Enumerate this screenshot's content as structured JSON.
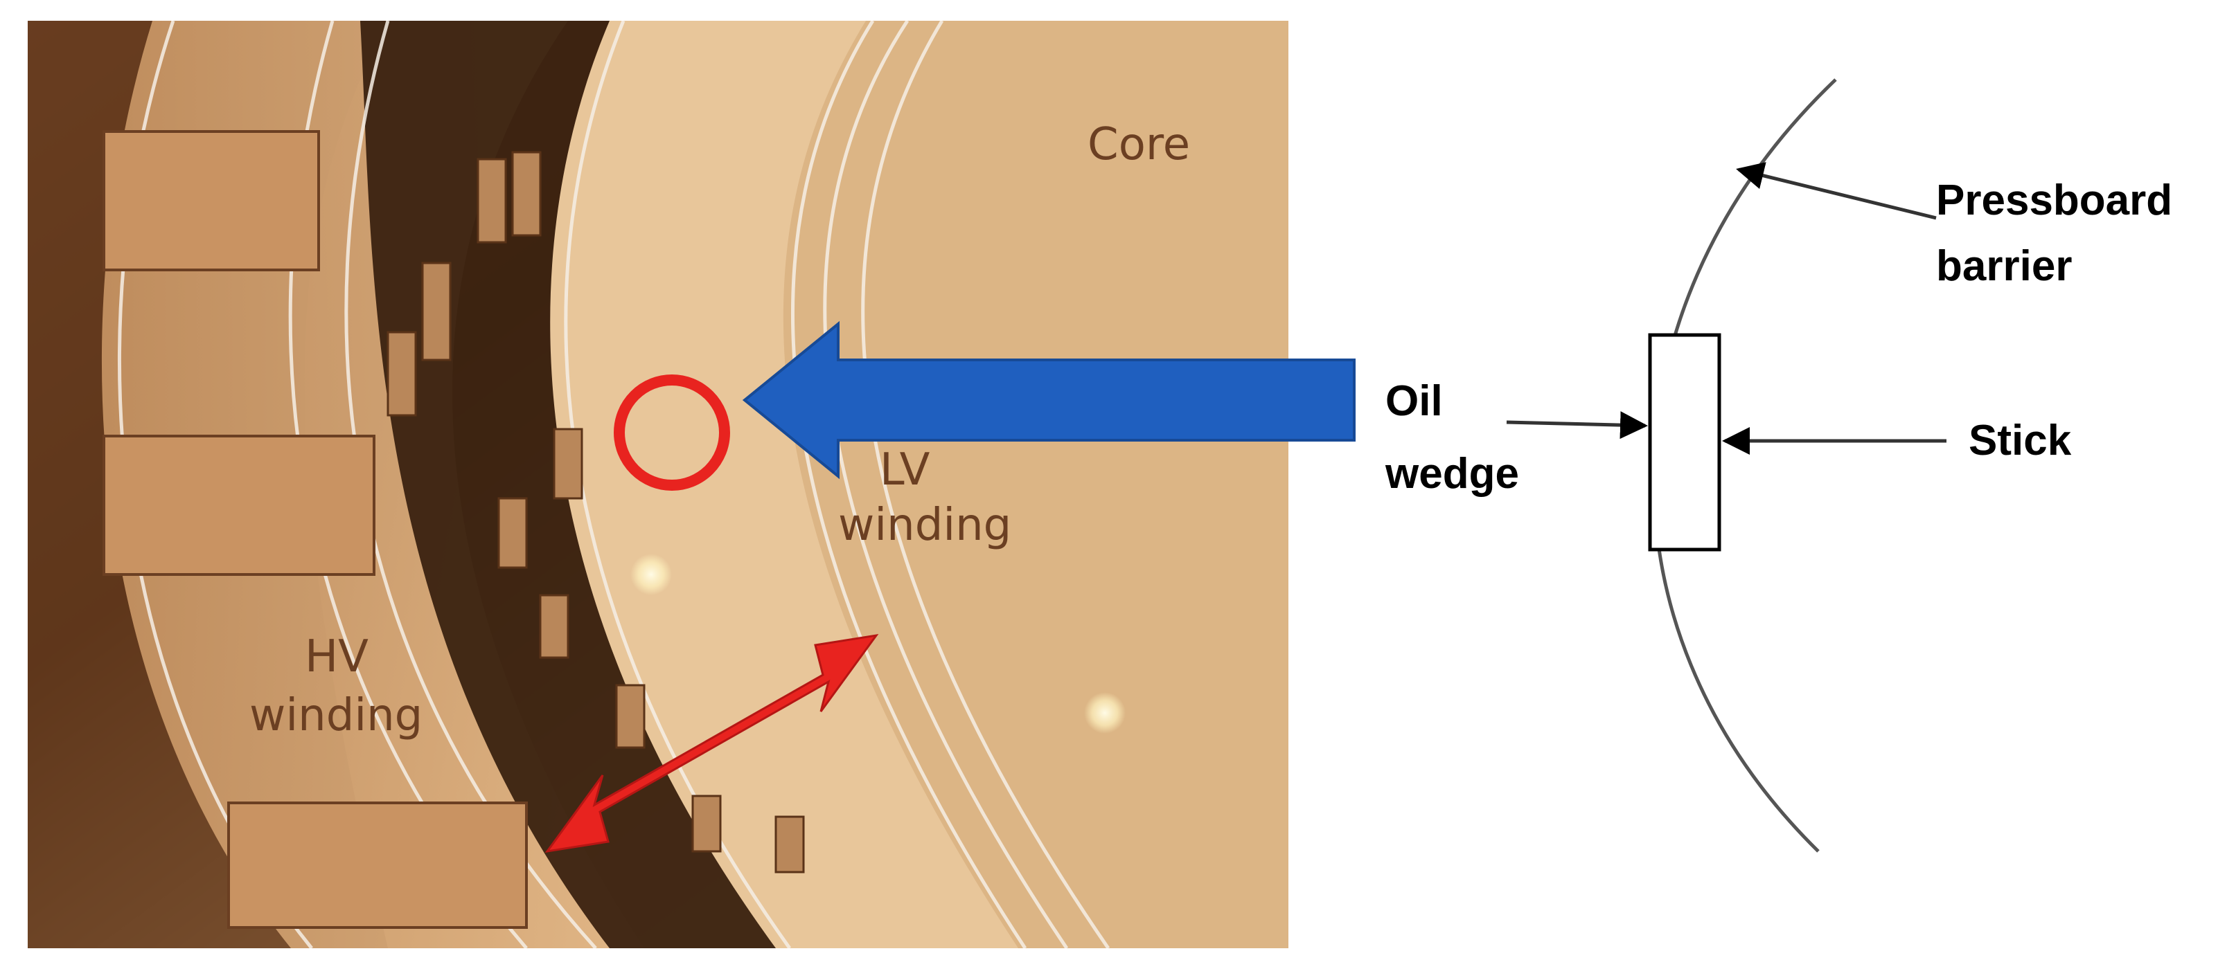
{
  "photo": {
    "labels": {
      "core": "Core",
      "lv_line1": "LV",
      "lv_line2": "winding",
      "hv_line1": "HV",
      "hv_line2": "winding"
    }
  },
  "diagram": {
    "labels": {
      "pressboard_line1": "Pressboard",
      "pressboard_line2": "barrier",
      "oil_line1": "Oil",
      "oil_line2": "wedge",
      "stick": "Stick"
    }
  },
  "colors": {
    "pointer_arrow": "#1f5fbf",
    "double_arrow": "#e8231f",
    "highlight_circle": "#e8231f",
    "photo_label_text": "#6b3f22",
    "diagram_text": "#000000"
  },
  "icons": {
    "pointer": "left-arrow-icon",
    "span": "double-headed-arrow-icon",
    "highlight": "circle-highlight-icon"
  }
}
